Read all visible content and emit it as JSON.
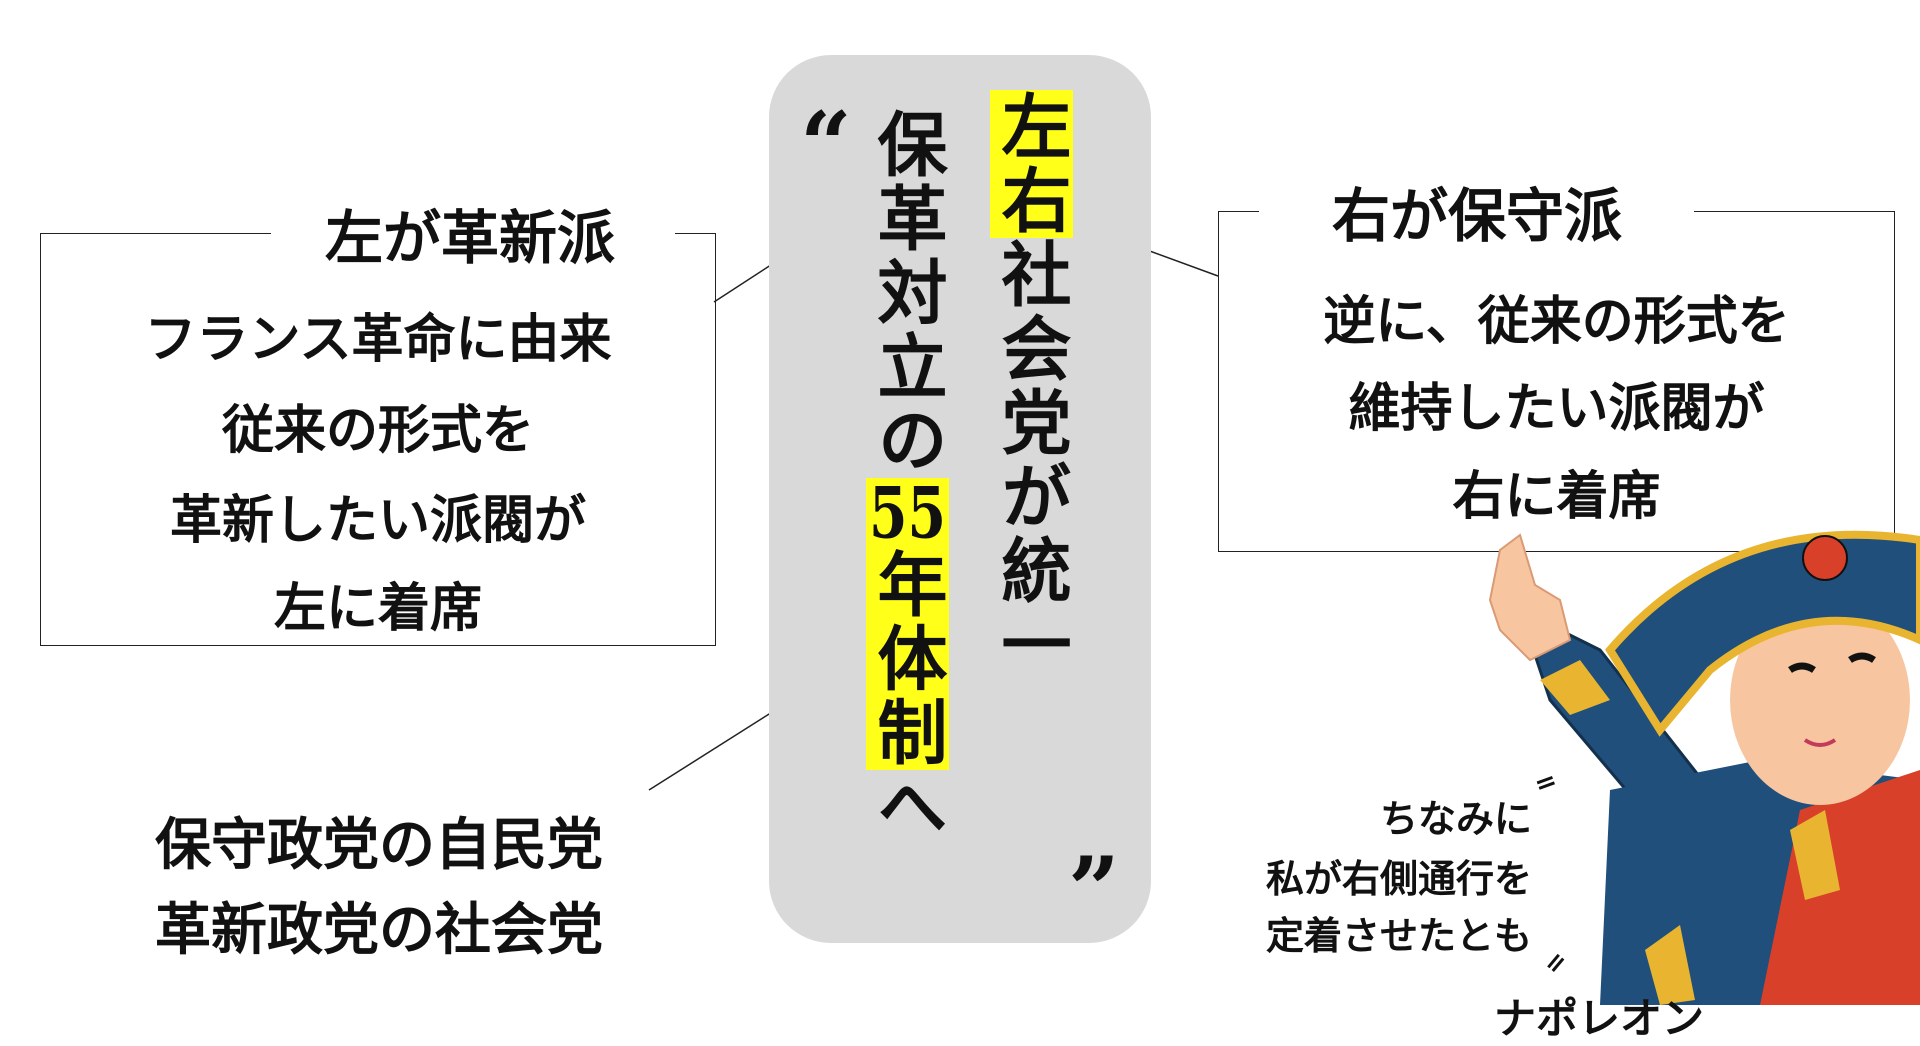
{
  "headline": {
    "column_right": {
      "highlight": "左右",
      "rest": "社会党が統一"
    },
    "column_left": {
      "before": "保革対立の",
      "highlight_num": "55",
      "highlight": "年体制",
      "after": "へ"
    },
    "open_quote": "“",
    "close_quote": "”"
  },
  "left_box": {
    "title": "左が革新派",
    "lines": [
      "フランス革命に由来",
      "従来の形式を",
      "革新したい派閥が",
      "左に着席"
    ]
  },
  "right_box": {
    "title": "右が保守派",
    "lines": [
      "逆に、従来の形式を",
      "維持したい派閥が",
      "右に着席"
    ]
  },
  "bottom_left": {
    "lines": [
      "保守政党の自民党",
      "革新政党の社会党"
    ]
  },
  "napoleon_speech": {
    "lines": [
      "ちなみに",
      "私が右側通行を",
      "定着させたとも"
    ],
    "name": "ナポレオン"
  },
  "colors": {
    "highlight": "#ffff1a",
    "quote_box": "#d9d9d9"
  }
}
